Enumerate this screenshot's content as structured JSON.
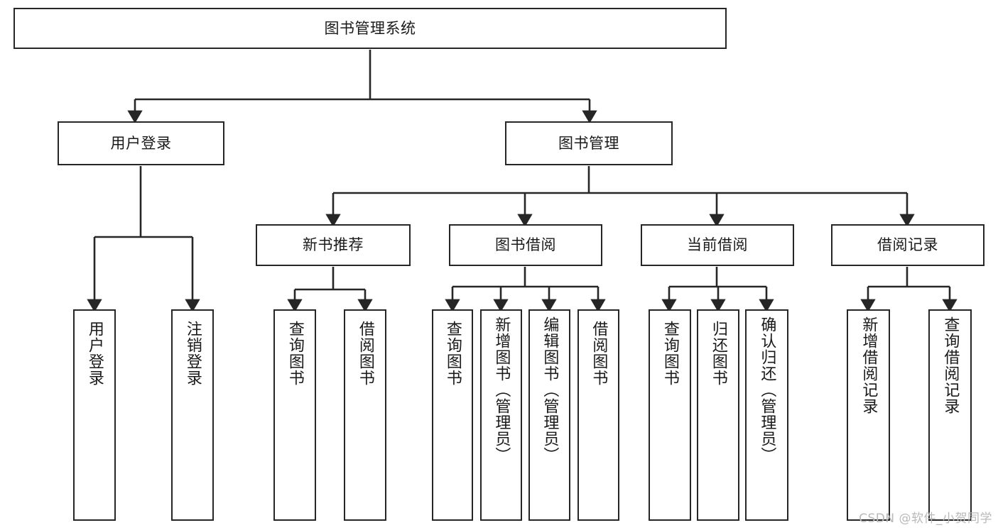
{
  "diagram": {
    "title": "图书管理系统",
    "type": "hierarchy-tree",
    "watermark": "CSDN @软件_小贺同学",
    "colors": {
      "stroke": "#262626",
      "box_fill": "#ffffff",
      "text": "#1a1a1a",
      "watermark": "#b9b9b9",
      "background": "#ffffff"
    },
    "nodes": {
      "root": {
        "label": "图书管理系统",
        "level": 0
      },
      "user_login": {
        "label": "用户登录",
        "level": 1
      },
      "book_manage": {
        "label": "图书管理",
        "level": 1
      },
      "new_book_rec": {
        "label": "新书推荐",
        "level": 2
      },
      "book_borrow": {
        "label": "图书借阅",
        "level": 2
      },
      "current_borrow": {
        "label": "当前借阅",
        "level": 2
      },
      "borrow_record": {
        "label": "借阅记录",
        "level": 2
      },
      "leaf_user_login": {
        "label": "用户登录",
        "level": 3
      },
      "leaf_logout": {
        "label": "注销登录",
        "level": 3
      },
      "leaf_query_book_1": {
        "label": "查询图书",
        "level": 3
      },
      "leaf_borrow_book_1": {
        "label": "借阅图书",
        "level": 3
      },
      "leaf_query_book_2": {
        "label": "查询图书",
        "level": 3
      },
      "leaf_add_book_admin": {
        "label": "新增图书（管理员）",
        "level": 3
      },
      "leaf_edit_book_admin": {
        "label": "编辑图书（管理员）",
        "level": 3
      },
      "leaf_borrow_book_2": {
        "label": "借阅图书",
        "level": 3
      },
      "leaf_query_book_3": {
        "label": "查询图书",
        "level": 3
      },
      "leaf_return_book": {
        "label": "归还图书",
        "level": 3
      },
      "leaf_confirm_return_admin": {
        "label": "确认归还（管理员）",
        "level": 3
      },
      "leaf_add_record": {
        "label": "新增借阅记录",
        "level": 3
      },
      "leaf_query_record": {
        "label": "查询借阅记录",
        "level": 3
      }
    },
    "edges": [
      {
        "from": "root",
        "to": "user_login"
      },
      {
        "from": "root",
        "to": "book_manage"
      },
      {
        "from": "user_login",
        "to": "leaf_user_login"
      },
      {
        "from": "user_login",
        "to": "leaf_logout"
      },
      {
        "from": "book_manage",
        "to": "new_book_rec"
      },
      {
        "from": "book_manage",
        "to": "book_borrow"
      },
      {
        "from": "book_manage",
        "to": "current_borrow"
      },
      {
        "from": "book_manage",
        "to": "borrow_record"
      },
      {
        "from": "new_book_rec",
        "to": "leaf_query_book_1"
      },
      {
        "from": "new_book_rec",
        "to": "leaf_borrow_book_1"
      },
      {
        "from": "book_borrow",
        "to": "leaf_query_book_2"
      },
      {
        "from": "book_borrow",
        "to": "leaf_add_book_admin"
      },
      {
        "from": "book_borrow",
        "to": "leaf_edit_book_admin"
      },
      {
        "from": "book_borrow",
        "to": "leaf_borrow_book_2"
      },
      {
        "from": "current_borrow",
        "to": "leaf_query_book_3"
      },
      {
        "from": "current_borrow",
        "to": "leaf_return_book"
      },
      {
        "from": "current_borrow",
        "to": "leaf_confirm_return_admin"
      },
      {
        "from": "borrow_record",
        "to": "leaf_add_record"
      },
      {
        "from": "borrow_record",
        "to": "leaf_query_record"
      }
    ]
  }
}
